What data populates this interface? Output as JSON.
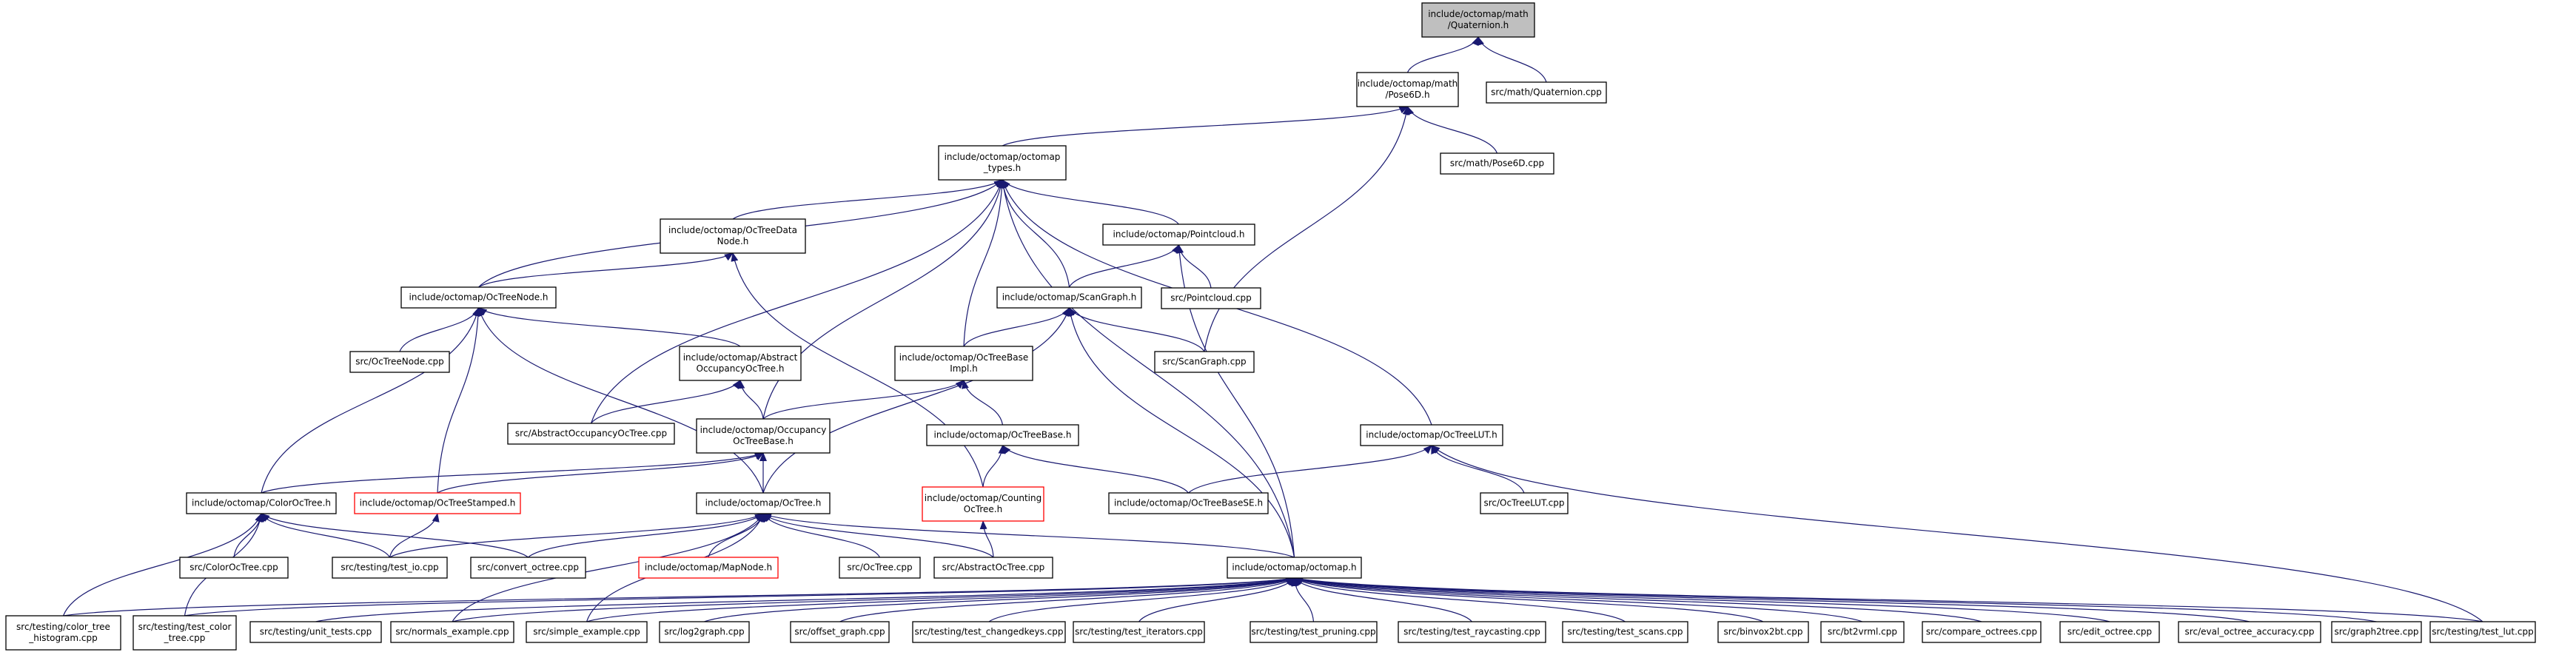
{
  "diagram": {
    "type": "include-dependency-graph",
    "colors": {
      "edge": "#191970",
      "border": "#000000",
      "highlight_border": "#ff0000",
      "root_fill": "#bfbfbf",
      "background": "#ffffff"
    },
    "nodes": {
      "quaternion_h": {
        "lines": [
          "include/octomap/math",
          "/Quaternion.h"
        ],
        "style": "root"
      },
      "pose6d_h": {
        "lines": [
          "include/octomap/math",
          "/Pose6D.h"
        ]
      },
      "quaternion_cpp": {
        "lines": [
          "src/math/Quaternion.cpp"
        ]
      },
      "pose6d_cpp": {
        "lines": [
          "src/math/Pose6D.cpp"
        ]
      },
      "types_h": {
        "lines": [
          "include/octomap/octomap",
          "_types.h"
        ]
      },
      "octreedatanode_h": {
        "lines": [
          "include/octomap/OcTreeData",
          "Node.h"
        ]
      },
      "pointcloud_h": {
        "lines": [
          "include/octomap/Pointcloud.h"
        ]
      },
      "pointcloud_cpp": {
        "lines": [
          "src/Pointcloud.cpp"
        ]
      },
      "octreenode_h": {
        "lines": [
          "include/octomap/OcTreeNode.h"
        ]
      },
      "scangraph_h": {
        "lines": [
          "include/octomap/ScanGraph.h"
        ]
      },
      "octreenode_cpp": {
        "lines": [
          "src/OcTreeNode.cpp"
        ]
      },
      "abstractocc_h": {
        "lines": [
          "include/octomap/Abstract",
          "OccupancyOcTree.h"
        ]
      },
      "octreebaseimpl_h": {
        "lines": [
          "include/octomap/OcTreeBase",
          "Impl.h"
        ]
      },
      "scangraph_cpp": {
        "lines": [
          "src/ScanGraph.cpp"
        ]
      },
      "abstractocc_cpp": {
        "lines": [
          "src/AbstractOccupancyOcTree.cpp"
        ]
      },
      "occbase_h": {
        "lines": [
          "include/octomap/Occupancy",
          "OcTreeBase.h"
        ]
      },
      "octreebase_h": {
        "lines": [
          "include/octomap/OcTreeBase.h"
        ]
      },
      "octreelut_h": {
        "lines": [
          "include/octomap/OcTreeLUT.h"
        ]
      },
      "coloroctree_h": {
        "lines": [
          "include/octomap/ColorOcTree.h"
        ]
      },
      "octreestamped_h": {
        "lines": [
          "include/octomap/OcTreeStamped.h"
        ],
        "style": "red"
      },
      "octree_h": {
        "lines": [
          "include/octomap/OcTree.h"
        ]
      },
      "countingoctree_h": {
        "lines": [
          "include/octomap/Counting",
          "OcTree.h"
        ],
        "style": "red"
      },
      "octreebasese_h": {
        "lines": [
          "include/octomap/OcTreeBaseSE.h"
        ]
      },
      "octreelut_cpp": {
        "lines": [
          "src/OcTreeLUT.cpp"
        ]
      },
      "coloroctree_cpp": {
        "lines": [
          "src/ColorOcTree.cpp"
        ]
      },
      "test_io_cpp": {
        "lines": [
          "src/testing/test_io.cpp"
        ]
      },
      "convert_octree_cpp": {
        "lines": [
          "src/convert_octree.cpp"
        ]
      },
      "mapnode_h": {
        "lines": [
          "include/octomap/MapNode.h"
        ],
        "style": "red"
      },
      "octree_cpp": {
        "lines": [
          "src/OcTree.cpp"
        ]
      },
      "abstractoctree_cpp": {
        "lines": [
          "src/AbstractOcTree.cpp"
        ]
      },
      "octomap_h": {
        "lines": [
          "include/octomap/octomap.h"
        ]
      },
      "color_tree_histogram_cpp": {
        "lines": [
          "src/testing/color_tree",
          "_histogram.cpp"
        ]
      },
      "test_color_tree_cpp": {
        "lines": [
          "src/testing/test_color",
          "_tree.cpp"
        ]
      },
      "unit_tests_cpp": {
        "lines": [
          "src/testing/unit_tests.cpp"
        ]
      },
      "normals_example_cpp": {
        "lines": [
          "src/normals_example.cpp"
        ]
      },
      "simple_example_cpp": {
        "lines": [
          "src/simple_example.cpp"
        ]
      },
      "log2graph_cpp": {
        "lines": [
          "src/log2graph.cpp"
        ]
      },
      "offset_graph_cpp": {
        "lines": [
          "src/offset_graph.cpp"
        ]
      },
      "test_changedkeys_cpp": {
        "lines": [
          "src/testing/test_changedkeys.cpp"
        ]
      },
      "test_iterators_cpp": {
        "lines": [
          "src/testing/test_iterators.cpp"
        ]
      },
      "test_pruning_cpp": {
        "lines": [
          "src/testing/test_pruning.cpp"
        ]
      },
      "test_raycasting_cpp": {
        "lines": [
          "src/testing/test_raycasting.cpp"
        ]
      },
      "test_scans_cpp": {
        "lines": [
          "src/testing/test_scans.cpp"
        ]
      },
      "binvox2bt_cpp": {
        "lines": [
          "src/binvox2bt.cpp"
        ]
      },
      "bt2vrml_cpp": {
        "lines": [
          "src/bt2vrml.cpp"
        ]
      },
      "compare_octrees_cpp": {
        "lines": [
          "src/compare_octrees.cpp"
        ]
      },
      "edit_octree_cpp": {
        "lines": [
          "src/edit_octree.cpp"
        ]
      },
      "eval_octree_accuracy_cpp": {
        "lines": [
          "src/eval_octree_accuracy.cpp"
        ]
      },
      "graph2tree_cpp": {
        "lines": [
          "src/graph2tree.cpp"
        ]
      },
      "test_lut_cpp": {
        "lines": [
          "src/testing/test_lut.cpp"
        ]
      }
    },
    "edges": [
      [
        "pose6d_h",
        "quaternion_h"
      ],
      [
        "quaternion_cpp",
        "quaternion_h"
      ],
      [
        "pose6d_cpp",
        "pose6d_h"
      ],
      [
        "types_h",
        "pose6d_h"
      ],
      [
        "scangraph_cpp",
        "pose6d_h"
      ],
      [
        "octreedatanode_h",
        "types_h"
      ],
      [
        "pointcloud_h",
        "types_h"
      ],
      [
        "octreenode_h",
        "types_h"
      ],
      [
        "scangraph_h",
        "types_h"
      ],
      [
        "octreebaseimpl_h",
        "types_h"
      ],
      [
        "abstractocc_cpp",
        "types_h"
      ],
      [
        "occbase_h",
        "types_h"
      ],
      [
        "octreelut_h",
        "types_h"
      ],
      [
        "octomap_h",
        "types_h"
      ],
      [
        "octreenode_h",
        "octreedatanode_h"
      ],
      [
        "countingoctree_h",
        "octreedatanode_h"
      ],
      [
        "scangraph_h",
        "pointcloud_h"
      ],
      [
        "pointcloud_cpp",
        "pointcloud_h"
      ],
      [
        "octomap_h",
        "pointcloud_h"
      ],
      [
        "octreenode_cpp",
        "octreenode_h"
      ],
      [
        "abstractocc_h",
        "octreenode_h"
      ],
      [
        "colorocTree_dummy",
        "octreenode_h"
      ],
      [
        "octreestamped_h",
        "octreenode_h"
      ],
      [
        "octree_h",
        "octreenode_h"
      ],
      [
        "octreebaseimpl_h",
        "scangraph_h"
      ],
      [
        "scangraph_cpp",
        "scangraph_h"
      ],
      [
        "octree_h",
        "scangraph_h"
      ],
      [
        "octomap_h",
        "scangraph_h"
      ],
      [
        "abstractocc_cpp",
        "abstractocc_h"
      ],
      [
        "occbase_h",
        "abstractocc_h"
      ],
      [
        "occbase_h",
        "octreebaseimpl_h"
      ],
      [
        "octreebase_h",
        "octreebaseimpl_h"
      ],
      [
        "colorocTree_dummy2",
        "occbase_h"
      ],
      [
        "octreestamped_h",
        "occbase_h"
      ],
      [
        "octree_h",
        "occbase_h"
      ],
      [
        "countingoctree_h",
        "octreebase_h"
      ],
      [
        "octreebasese_h",
        "octreebase_h"
      ],
      [
        "octreebasese_h",
        "octreelut_h"
      ],
      [
        "octreelut_cpp",
        "octreelut_h"
      ],
      [
        "test_lut_cpp",
        "octreelut_h"
      ],
      [
        "coloroctree_cpp",
        "colorocTree_h"
      ],
      [
        "test_io_cpp",
        "colorocTree_h"
      ],
      [
        "convert_octree_cpp",
        "colorocTree_h"
      ],
      [
        "color_tree_histogram_cpp",
        "colorocTree_h"
      ],
      [
        "test_color_tree_cpp",
        "colorocTree_h"
      ],
      [
        "test_io_cpp",
        "octreestamped_h"
      ],
      [
        "test_io_cpp",
        "octree_h"
      ],
      [
        "convert_octree_cpp",
        "octree_h"
      ],
      [
        "mapnode_h",
        "octree_h"
      ],
      [
        "octree_cpp",
        "octree_h"
      ],
      [
        "abstractoctree_cpp",
        "octree_h"
      ],
      [
        "octomap_h",
        "octree_h"
      ],
      [
        "normals_example_cpp",
        "octree_h"
      ],
      [
        "simple_example_cpp",
        "octree_h"
      ],
      [
        "abstractoctree_cpp",
        "countingoctree_h"
      ],
      [
        "color_tree_histogram_cpp",
        "octomap_h"
      ],
      [
        "test_color_tree_cpp",
        "octomap_h"
      ],
      [
        "unit_tests_cpp",
        "octomap_h"
      ],
      [
        "normals_example_cpp",
        "octomap_h"
      ],
      [
        "simple_example_cpp",
        "octomap_h"
      ],
      [
        "log2graph_cpp",
        "octomap_h"
      ],
      [
        "offset_graph_cpp",
        "octomap_h"
      ],
      [
        "test_changedkeys_cpp",
        "octomap_h"
      ],
      [
        "test_iterators_cpp",
        "octomap_h"
      ],
      [
        "test_pruning_cpp",
        "octomap_h"
      ],
      [
        "test_raycasting_cpp",
        "octomap_h"
      ],
      [
        "test_scans_cpp",
        "octomap_h"
      ],
      [
        "binvox2bt_cpp",
        "octomap_h"
      ],
      [
        "bt2vrml_cpp",
        "octomap_h"
      ],
      [
        "compare_octrees_cpp",
        "octomap_h"
      ],
      [
        "edit_octree_cpp",
        "octomap_h"
      ],
      [
        "eval_octree_accuracy_cpp",
        "octomap_h"
      ],
      [
        "graph2tree_cpp",
        "octomap_h"
      ],
      [
        "test_lut_cpp",
        "octomap_h"
      ]
    ]
  }
}
